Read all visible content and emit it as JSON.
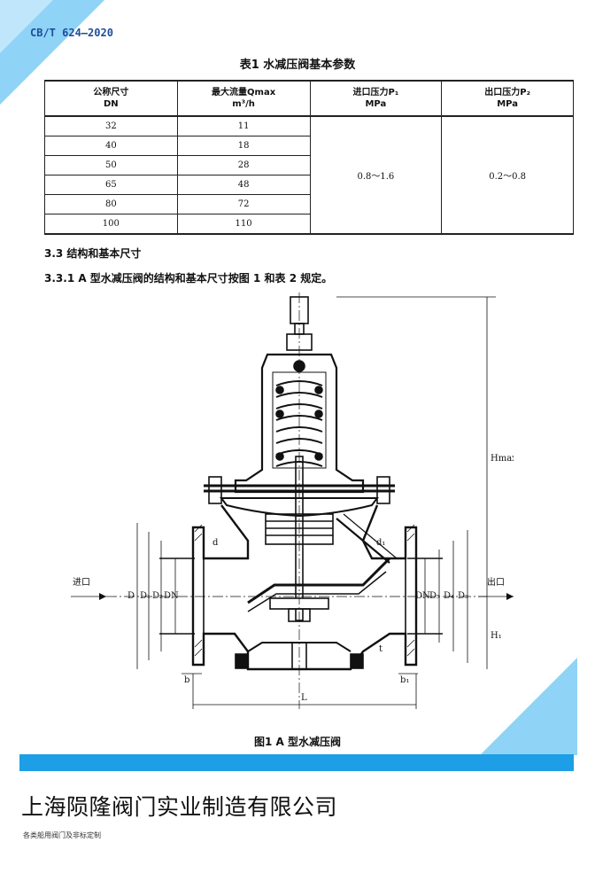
{
  "header": {
    "standard_no": "CB/T 624—2020"
  },
  "table1": {
    "title": "表1  水减压阀基本参数",
    "headers": [
      {
        "line1": "公称尺寸",
        "line2": "DN"
      },
      {
        "line1": "最大流量Qmax",
        "line2": "m³/h"
      },
      {
        "line1": "进口压力P₁",
        "line2": "MPa"
      },
      {
        "line1": "出口压力P₂",
        "line2": "MPa"
      }
    ],
    "rows": [
      {
        "dn": "32",
        "qmax": "11"
      },
      {
        "dn": "40",
        "qmax": "18"
      },
      {
        "dn": "50",
        "qmax": "28"
      },
      {
        "dn": "65",
        "qmax": "48"
      },
      {
        "dn": "80",
        "qmax": "72"
      },
      {
        "dn": "100",
        "qmax": "110"
      }
    ],
    "inlet_pressure": "0.8～1.6",
    "outlet_pressure": "0.2～0.8"
  },
  "section_3_3": "3.3  结构和基本尺寸",
  "section_3_3_1": "3.3.1  A 型水减压阀的结构和基本尺寸按图 1 和表 2 规定。",
  "figure": {
    "caption": "图1  A 型水减压阀",
    "labels": {
      "inlet": "进口",
      "outlet": "出口",
      "D": "D",
      "D1": "D₁",
      "D2": "D₂",
      "DN_left": "DN",
      "DN_right": "DN",
      "D5": "D₅",
      "D4": "D₄",
      "D3": "D₃",
      "Hmax": "Hmax",
      "H1": "H₁",
      "L": "L",
      "b": "b",
      "b1": "b₁",
      "d": "d",
      "d1": "d₁",
      "t": "t"
    }
  },
  "footer": {
    "company": "上海陨隆阀门实业制造有限公司",
    "tagline": "各类船用阀门及非标定制"
  },
  "colors": {
    "accent_blue": "#1e9ee6",
    "light_blue": "#8fd3f7",
    "header_text": "#1e4f9a"
  }
}
